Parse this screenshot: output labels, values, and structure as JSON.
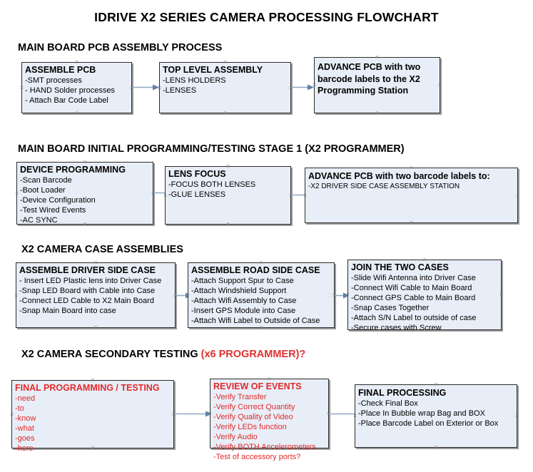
{
  "title": "IDRIVE X2  SERIES CAMERA PROCESSING FLOWCHART",
  "colors": {
    "box_fill": "#e8eef7",
    "box_border": "#2b2b2b",
    "box_shadow": "#9a9a9a",
    "connector": "#8fa8c8",
    "red_text": "#e02b2b",
    "black_text": "#000000"
  },
  "sections": [
    {
      "heading": "MAIN BOARD PCB ASSEMBLY PROCESS",
      "heading_suffix": "",
      "boxes": [
        {
          "title": "ASSEMBLE PCB",
          "lines": [
            "-SMT processes",
            "- HAND Solder processes",
            "- Attach Bar Code Label"
          ]
        },
        {
          "title": "TOP LEVEL ASSEMBLY",
          "lines": [
            "-LENS HOLDERS",
            "-LENSES"
          ]
        },
        {
          "title": "ADVANCE PCB with two barcode labels to the  X2 Programming Station",
          "lines": []
        }
      ]
    },
    {
      "heading": "MAIN BOARD INITIAL PROGRAMMING/TESTING STAGE 1 (X2 PROGRAMMER)",
      "heading_suffix": "",
      "boxes": [
        {
          "title": "DEVICE PROGRAMMING",
          "lines": [
            "-Scan Barcode",
            "-Boot Loader",
            "-Device Configuration",
            "-Test Wired Events",
            "-AC SYNC"
          ]
        },
        {
          "title": "LENS FOCUS",
          "lines": [
            "-FOCUS BOTH LENSES",
            "-GLUE LENSES"
          ]
        },
        {
          "title": "ADVANCE PCB with two barcode labels to:",
          "lines": [
            "-X2 DRIVER  SIDE  CASE  ASSEMBLY STATION"
          ]
        }
      ]
    },
    {
      "heading": "X2 CAMERA CASE ASSEMBLIES",
      "heading_suffix": "",
      "boxes": [
        {
          "title": "ASSEMBLE DRIVER SIDE CASE",
          "lines": [
            "- Insert LED Plastic lens into Driver Case",
            "-Snap LED Board with Cable into Case",
            "-Connect LED Cable to X2 Main Board",
            "-Snap Main Board into case"
          ]
        },
        {
          "title": "ASSEMBLE ROAD SIDE CASE",
          "lines": [
            "-Attach Support Spur to Case",
            "-Attach Windshield Support",
            "-Attach Wifi Assembly to Case",
            "-Insert GPS Module into Case",
            "-Attach Wifi Label to Outside of Case"
          ]
        },
        {
          "title": "JOIN THE TWO CASES",
          "lines": [
            "-Slide Wifi Antenna into Driver Case",
            "-Connect Wifi Cable to Main Board",
            "-Connect GPS Cable to Main Board",
            "-Snap Cases Together",
            "-Attach S/N Label to outside of case",
            "-Secure cases with Screw"
          ]
        }
      ]
    },
    {
      "heading": "X2 CAMERA SECONDARY TESTING ",
      "heading_suffix": "(x6 PROGRAMMER)?",
      "boxes": [
        {
          "title": "FINAL PROGRAMMING / TESTING",
          "lines": [
            "-need",
            "-to",
            "-know",
            "-what",
            "-goes",
            "-here"
          ]
        },
        {
          "title": "REVIEW OF EVENTS",
          "lines": [
            "-Verify Transfer",
            "-Verify Correct Quantity",
            "-Verify Quality of Video",
            "-Verify LEDs function",
            "-Verify Audio",
            "-Verify BOTH Accelerometers",
            "-Test of accessory ports?"
          ]
        },
        {
          "title": "FINAL PROCESSING",
          "lines": [
            " -Check Final Box",
            "-Place In Bubble wrap Bag and BOX",
            "-Place Barcode Label on Exterior or Box"
          ]
        }
      ]
    }
  ],
  "handle_glyph": "×"
}
